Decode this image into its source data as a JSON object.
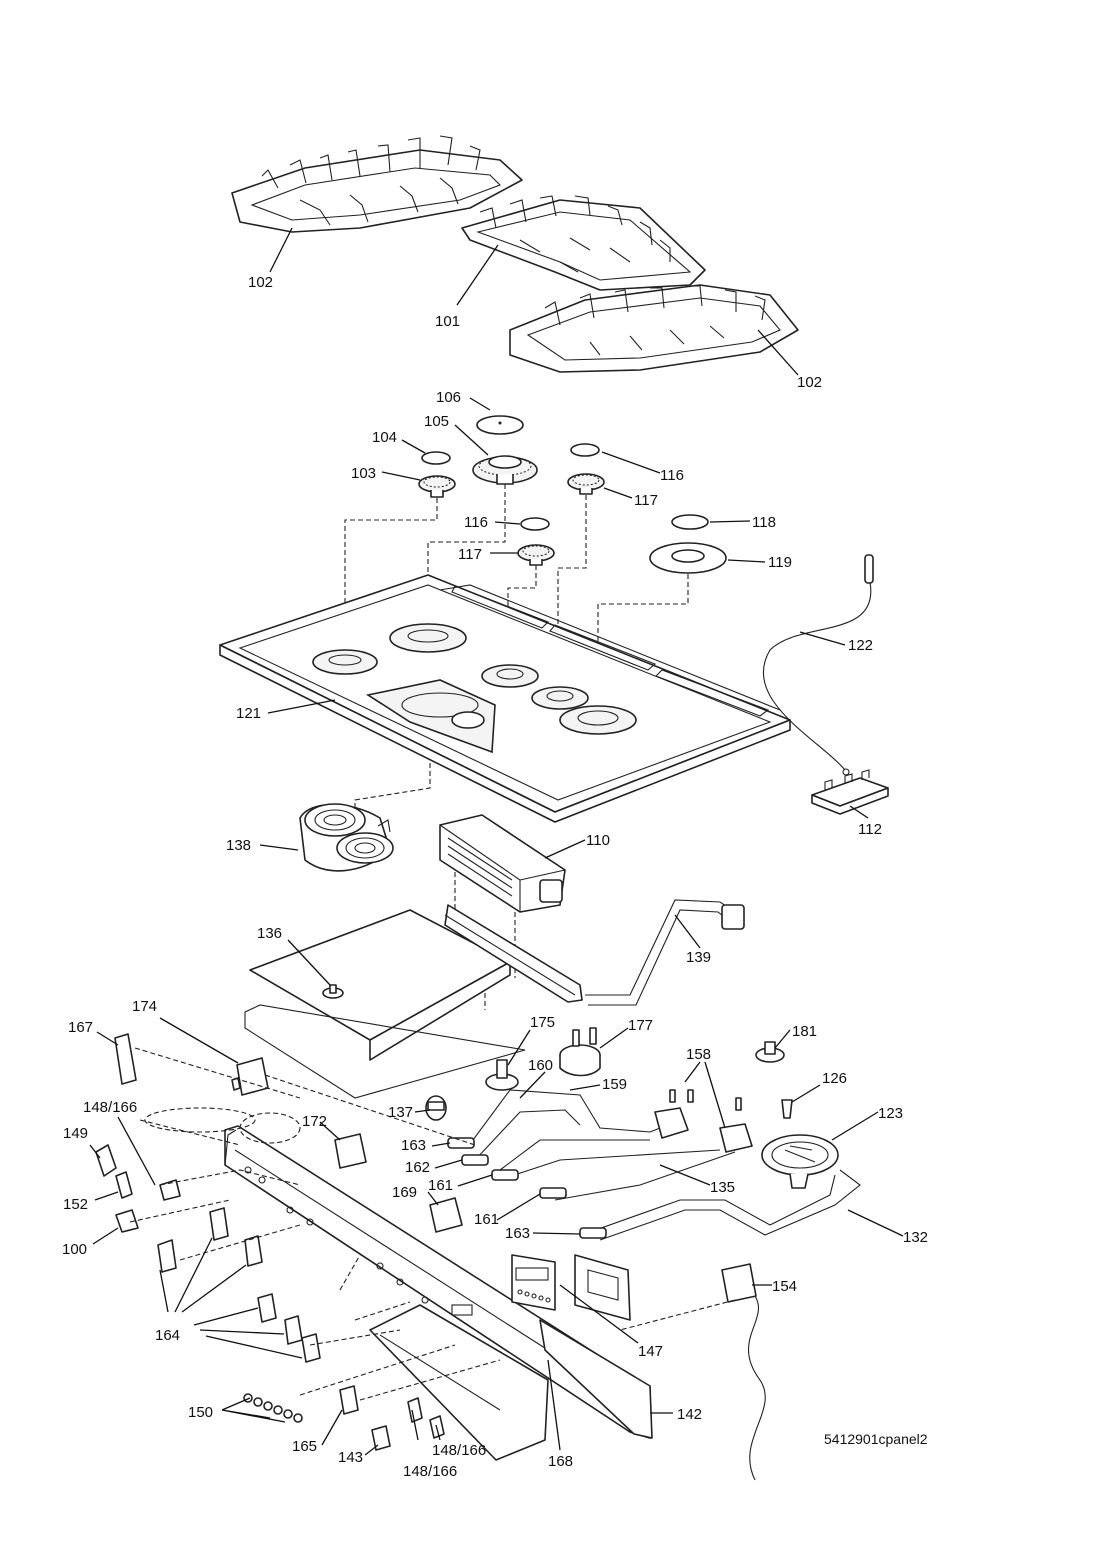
{
  "reference_code": "5412901cpanel2",
  "labels": {
    "l102a": "102",
    "l101": "101",
    "l102b": "102",
    "l106": "106",
    "l105": "105",
    "l104": "104",
    "l103": "103",
    "l116a": "116",
    "l117a": "117",
    "l116b": "116",
    "l117b": "117",
    "l118": "118",
    "l119": "119",
    "l122": "122",
    "l121": "121",
    "l112": "112",
    "l138": "138",
    "l110": "110",
    "l136": "136",
    "l139": "139",
    "l174": "174",
    "l167": "167",
    "l175": "175",
    "l177": "177",
    "l181": "181",
    "l158": "158",
    "l160": "160",
    "l159": "159",
    "l126": "126",
    "l148_166a": "148/166",
    "l137": "137",
    "l172": "172",
    "l123": "123",
    "l149": "149",
    "l163a": "163",
    "l162": "162",
    "l161a": "161",
    "l135": "135",
    "l152": "152",
    "l169": "169",
    "l161b": "161",
    "l163b": "163",
    "l132": "132",
    "l100": "100",
    "l154": "154",
    "l164": "164",
    "l147": "147",
    "l150": "150",
    "l142": "142",
    "l165": "165",
    "l143": "143",
    "l148_166b": "148/166",
    "l148_166c": "148/166",
    "l168": "168"
  }
}
